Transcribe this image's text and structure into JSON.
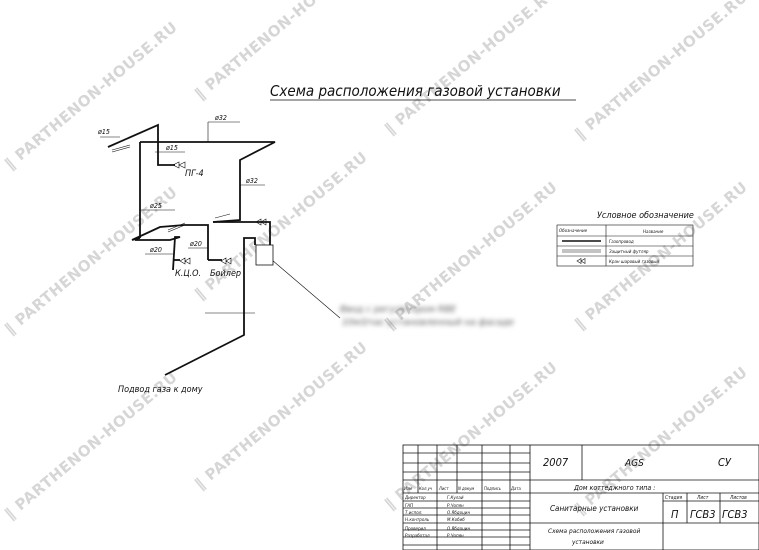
{
  "title": "Схема расположения газовой установки",
  "watermark": "PARTHENON-HOUSE.RU",
  "labels": {
    "d15a": "ø15",
    "d15b": "ø15",
    "d32a": "ø32",
    "d32b": "ø32",
    "d25": "ø25",
    "d20a": "ø20",
    "d20b": "ø20",
    "pg4": "ПГ-4",
    "kco": "К.Ц.О.",
    "boiler": "Бойлер",
    "supply": "Подвод газа к дому",
    "blur1": "Ввод с регулятором RBE",
    "blur2": "10м3/час установленный на фасаде"
  },
  "legend": {
    "title": "Условное обозначение",
    "col1": "Обозначение",
    "col2": "Название",
    "rows": [
      "Газопровод",
      "Защитный футляр",
      "Кран шаровый газовый"
    ]
  },
  "stamp": {
    "year": "2007",
    "code": "AGS",
    "section": "СУ",
    "object": "Дом коттеджного типа :",
    "headers": [
      "Изм",
      "Кол.уч",
      "Лист",
      "N докум",
      "Подпись",
      "Дата"
    ],
    "roles": [
      "Директор",
      "ГАП",
      "Т.испол.",
      "Н.контроль",
      "Проверил",
      "Разработал"
    ],
    "names": [
      "Г.Кулай",
      "Р.Чопян",
      "О.Ябдоцин",
      "М.Кобиб",
      "О.Ябдоцин",
      "Р.Чопян"
    ],
    "system": "Санитарные установки",
    "stage_h": "Стадия",
    "sheet_h": "Лист",
    "sheets_h": "Листов",
    "stage": "П",
    "sheet": "ГСВ3",
    "sheets": "ГСВ3",
    "drawing": "Схема расположения газовой",
    "drawing2": "установки"
  }
}
